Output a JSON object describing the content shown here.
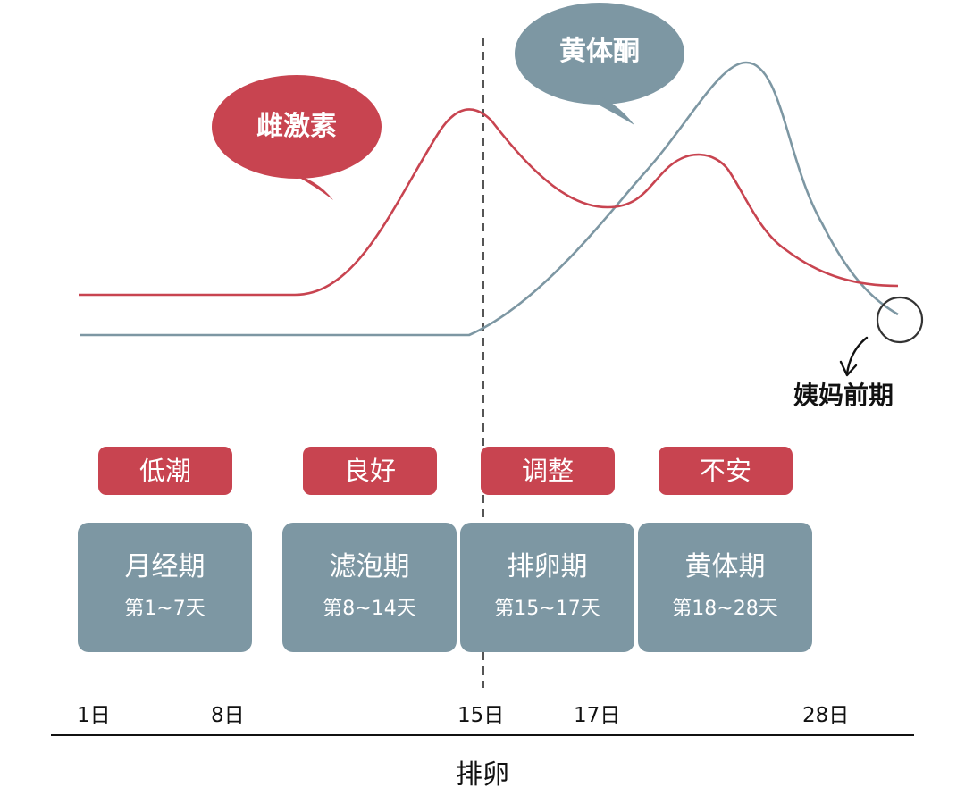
{
  "hormones": {
    "estrogen": {
      "label": "雌激素",
      "color": "#c84450"
    },
    "progesterone": {
      "label": "黄体酮",
      "color": "#7d97a3"
    }
  },
  "callout": {
    "label": "姨妈前期"
  },
  "moods": [
    "低潮",
    "良好",
    "调整",
    "不安"
  ],
  "phases": [
    {
      "name": "月经期",
      "days": "第1~7天"
    },
    {
      "name": "滤泡期",
      "days": "第8~14天"
    },
    {
      "name": "排卵期",
      "days": "第15~17天"
    },
    {
      "name": "黄体期",
      "days": "第18~28天"
    }
  ],
  "timeline": {
    "ticks": [
      "1日",
      "8日",
      "15日",
      "17日",
      "28日"
    ],
    "caption": "排卵"
  }
}
